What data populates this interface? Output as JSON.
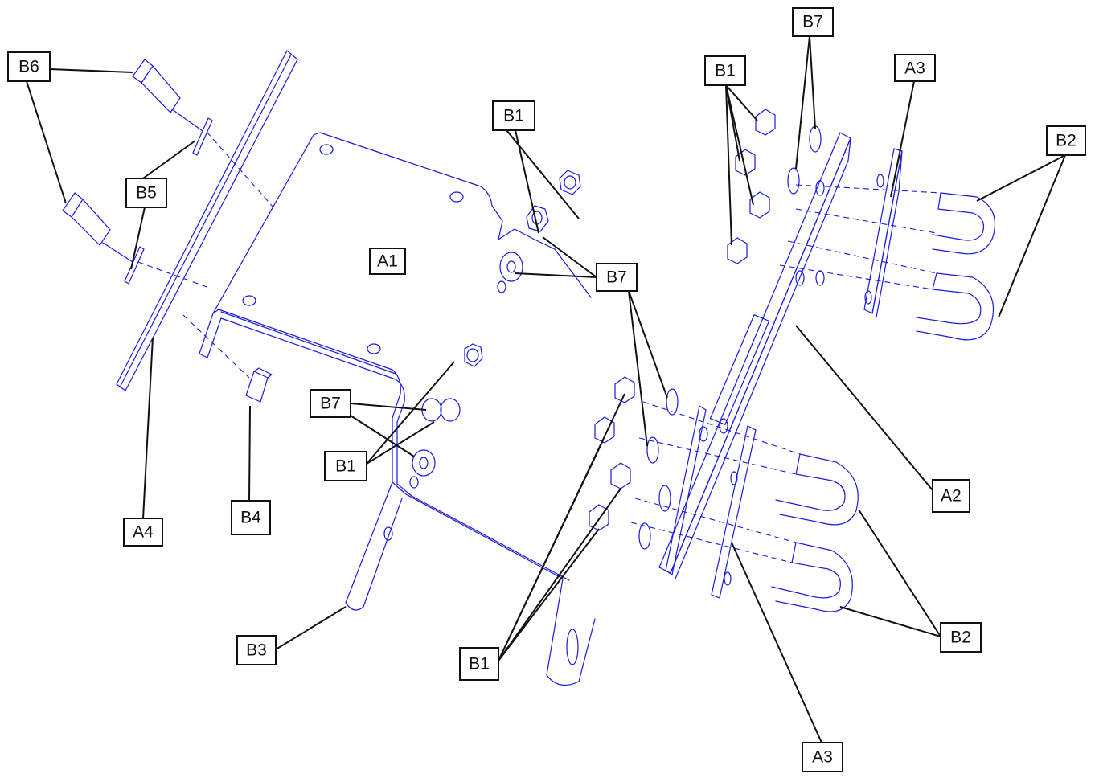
{
  "diagram": {
    "labels": [
      "B6",
      "B5",
      "A4",
      "B4",
      "A1",
      "B1",
      "B7",
      "B7",
      "B1",
      "B3",
      "B1",
      "B1",
      "B7",
      "A3",
      "B2",
      "A2",
      "B2",
      "A3"
    ]
  }
}
